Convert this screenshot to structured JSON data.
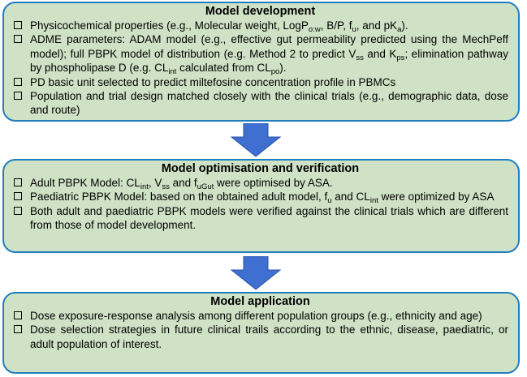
{
  "colors": {
    "box_fill": "#cfe2c6",
    "box_border": "#1f7fbd",
    "arrow_fill": "#3f6fd1"
  },
  "icons": {
    "bullet": "empty-checkbox-icon",
    "connector": "down-arrow-icon"
  },
  "sections": [
    {
      "title": "Model development",
      "items": [
        [
          {
            "t": "Physicochemical properties (e.g., Molecular weight, LogP"
          },
          {
            "t": "o:w",
            "sub": true
          },
          {
            "t": ", B/P, f"
          },
          {
            "t": "u",
            "sub": true
          },
          {
            "t": ", and pK"
          },
          {
            "t": "a",
            "sub": true
          },
          {
            "t": ")."
          }
        ],
        [
          {
            "t": "ADME parameters: ADAM model (e.g., effective gut permeability predicted using the MechPeff model); full PBPK model of distribution (e.g. Method 2 to predict V"
          },
          {
            "t": "ss",
            "sub": true
          },
          {
            "t": " and K"
          },
          {
            "t": "ps",
            "sub": true
          },
          {
            "t": "; elimination pathway by phospholipase D (e.g. CL"
          },
          {
            "t": "int",
            "sub": true
          },
          {
            "t": " calculated from CL"
          },
          {
            "t": "po",
            "sub": true
          },
          {
            "t": ")."
          }
        ],
        [
          {
            "t": "PD basic unit selected to predict miltefosine concentration profile in PBMCs"
          }
        ],
        [
          {
            "t": "Population and trial design matched closely with the clinical trials (e.g., demographic data, dose and route)"
          }
        ]
      ]
    },
    {
      "title": "Model optimisation and verification",
      "items": [
        [
          {
            "t": "Adult PBPK Model: CL"
          },
          {
            "t": "int",
            "sub": true
          },
          {
            "t": ", V"
          },
          {
            "t": "ss",
            "sub": true
          },
          {
            "t": " and f"
          },
          {
            "t": "uGut",
            "sub": true
          },
          {
            "t": " were optimised by ASA."
          }
        ],
        [
          {
            "t": "Paediatric PBPK Model: based on the obtained adult model, f"
          },
          {
            "t": "u",
            "sub": true
          },
          {
            "t": " and CL"
          },
          {
            "t": "int",
            "sub": true
          },
          {
            "t": " were optimized by ASA"
          }
        ],
        [
          {
            "t": "Both adult and paediatric PBPK models were verified against the clinical trials which are different from those of model development."
          }
        ]
      ]
    },
    {
      "title": "Model application",
      "items": [
        [
          {
            "t": "Dose exposure-response analysis among different population groups (e.g., ethnicity and age)"
          }
        ],
        [
          {
            "t": "Dose selection strategies in future clinical trails according to the ethnic, disease, paediatric, or adult population of interest."
          }
        ]
      ]
    }
  ]
}
